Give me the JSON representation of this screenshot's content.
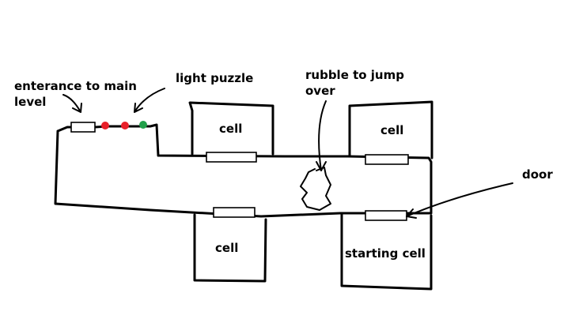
{
  "labels": {
    "entrance_line1": "enterance to main",
    "entrance_line2": "level",
    "light_puzzle": "light puzzle",
    "rubble_line1": "rubble to jump",
    "rubble_line2": "over",
    "door": "door",
    "cell_top_left": "cell",
    "cell_top_right": "cell",
    "cell_bottom": "cell",
    "starting_cell": "starting cell"
  },
  "lights": [
    {
      "state": "red",
      "color": "#e8202a"
    },
    {
      "state": "red",
      "color": "#e8202a"
    },
    {
      "state": "green",
      "color": "#22a04a"
    }
  ],
  "colors": {
    "ink": "#000000",
    "background": "#ffffff"
  }
}
